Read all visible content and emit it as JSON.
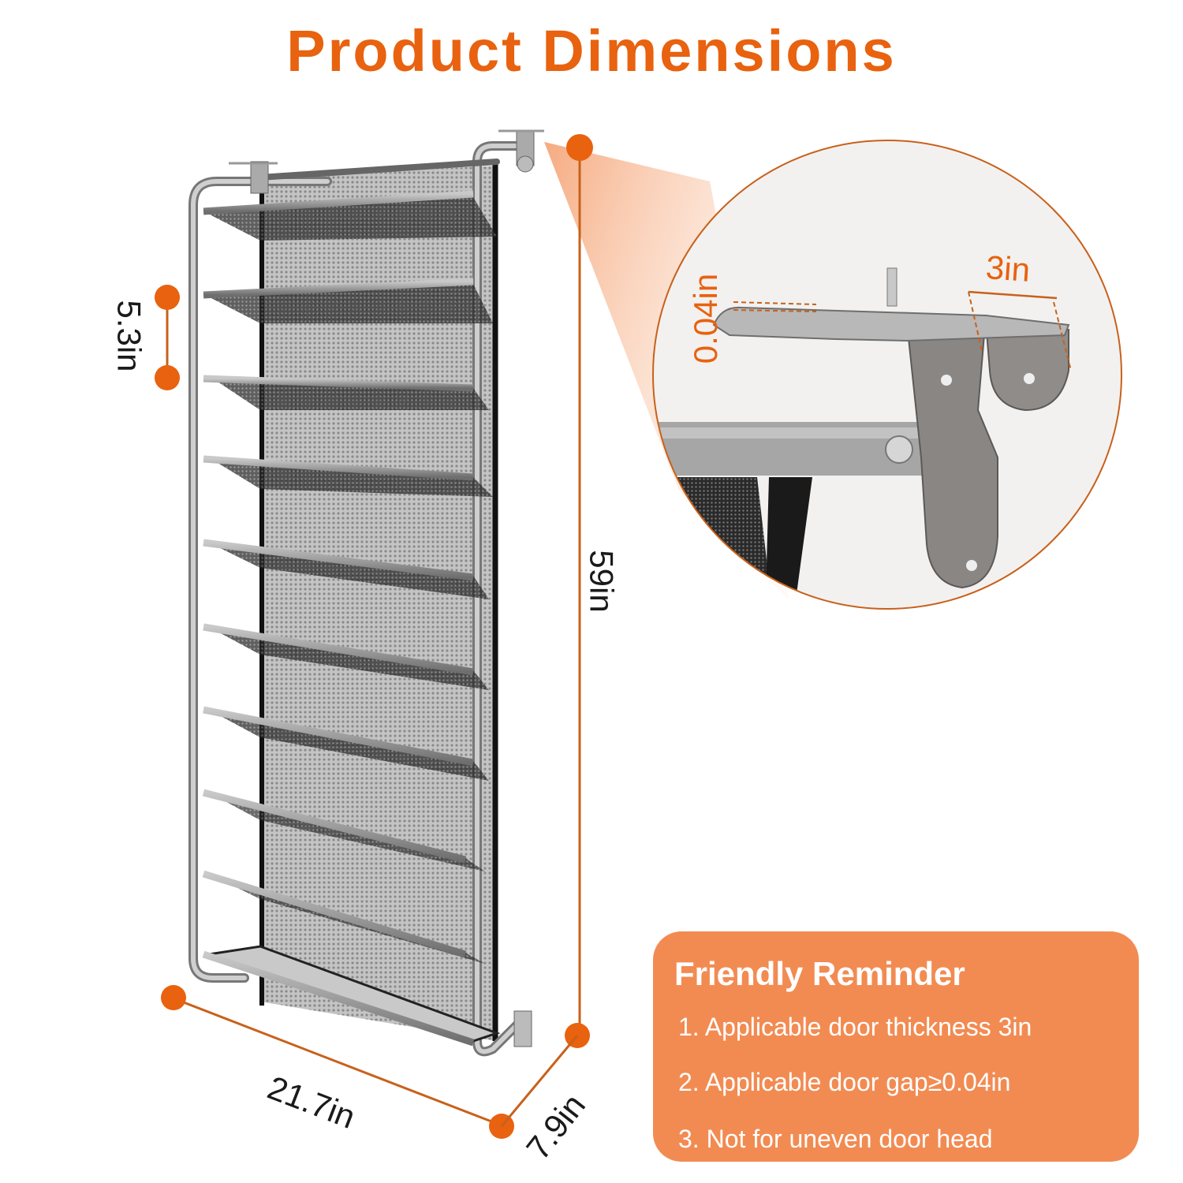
{
  "title": "Product Dimensions",
  "colors": {
    "accent": "#e8620f",
    "reminder_bg": "#f28b52",
    "frame_silver": "#a9a9a9",
    "mesh_gray": "#b5b5b5",
    "mesh_black": "#1c1c1c"
  },
  "product": {
    "tiers": 10,
    "description": "Over-the-door hanging shoe rack with silver metal frame, mesh pockets and door hooks"
  },
  "dimensions": {
    "shelf_spacing": "5.3in",
    "height": "59in",
    "width": "21.7in",
    "depth": "7.9in"
  },
  "callout": {
    "hook_gap": "0.04in",
    "door_thickness": "3in"
  },
  "reminder": {
    "title": "Friendly Reminder",
    "items": [
      "1. Applicable door thickness 3in",
      "2. Applicable door gap≥0.04in",
      "3. Not for uneven door head"
    ]
  }
}
